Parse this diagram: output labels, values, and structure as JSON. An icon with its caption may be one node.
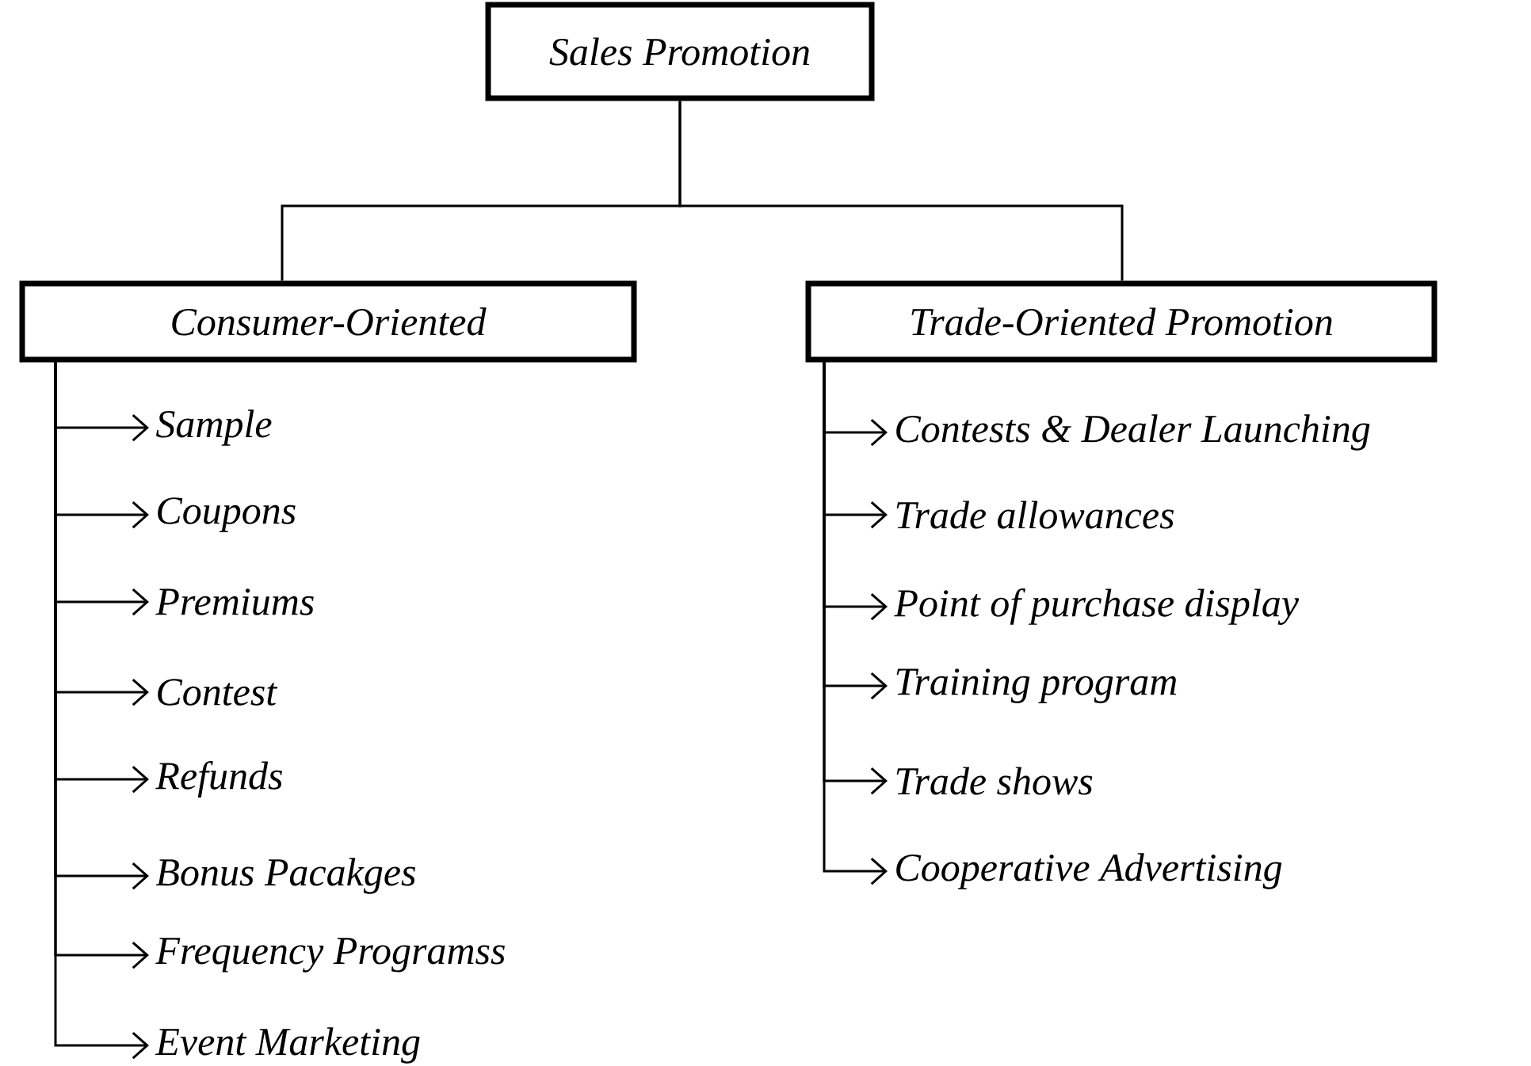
{
  "diagram": {
    "nodes": [
      {
        "text": [
          "Sales Promotion"
        ]
      },
      {
        "text": [
          "Consumer-Oriented"
        ]
      },
      {
        "text": [
          "Trade-Oriented Promotion"
        ]
      },
      {
        "text": [
          "Sample"
        ]
      },
      {
        "text": [
          "Coupons"
        ]
      },
      {
        "text": [
          "Premiums"
        ]
      },
      {
        "text": [
          "Contest"
        ]
      },
      {
        "text": [
          "Refunds"
        ]
      },
      {
        "text": [
          "Bonus Pacakges"
        ]
      },
      {
        "text": [
          "Frequency Programss"
        ]
      },
      {
        "text": [
          "Event Marketing"
        ]
      },
      {
        "text": [
          "Contests & Dealer Launching"
        ]
      },
      {
        "text": [
          "Trade allowances"
        ]
      },
      {
        "text": [
          "Point of purchase display"
        ]
      },
      {
        "text": [
          "Training program"
        ]
      },
      {
        "text": [
          "Trade shows"
        ]
      },
      {
        "text": [
          "Cooperative Advertising"
        ]
      }
    ],
    "edges": [
      {
        "from": 0,
        "to": 1,
        "arrow": "none"
      },
      {
        "from": 0,
        "to": 2,
        "arrow": "none"
      },
      {
        "from": 1,
        "to": 3,
        "arrow": "to"
      },
      {
        "from": 1,
        "to": 4,
        "arrow": "to"
      },
      {
        "from": 1,
        "to": 5,
        "arrow": "to"
      },
      {
        "from": 1,
        "to": 6,
        "arrow": "to"
      },
      {
        "from": 1,
        "to": 7,
        "arrow": "to"
      },
      {
        "from": 1,
        "to": 8,
        "arrow": "to"
      },
      {
        "from": 1,
        "to": 9,
        "arrow": "to"
      },
      {
        "from": 1,
        "to": 10,
        "arrow": "to"
      },
      {
        "from": 2,
        "to": 11,
        "arrow": "to"
      },
      {
        "from": 2,
        "to": 12,
        "arrow": "to"
      },
      {
        "from": 2,
        "to": 13,
        "arrow": "to"
      },
      {
        "from": 2,
        "to": 14,
        "arrow": "to"
      },
      {
        "from": 2,
        "to": 15,
        "arrow": "to"
      },
      {
        "from": 2,
        "to": 16,
        "arrow": "to"
      }
    ]
  }
}
